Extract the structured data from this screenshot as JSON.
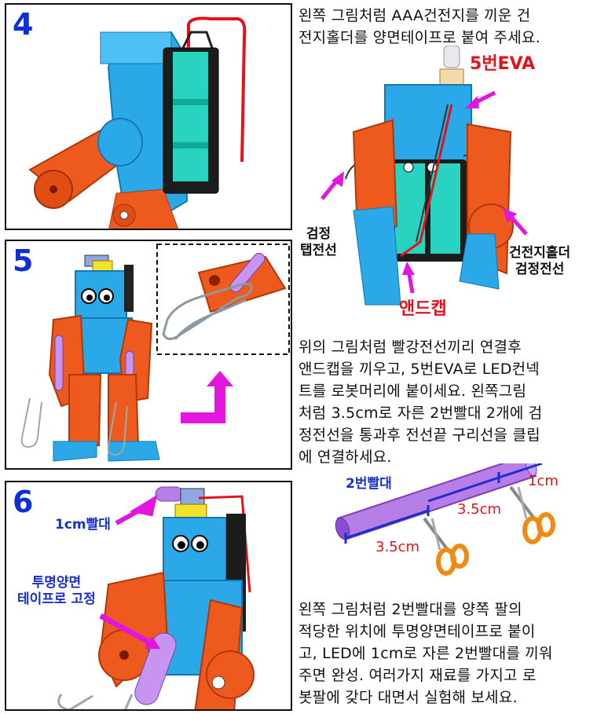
{
  "steps": {
    "s4": {
      "num": "4"
    },
    "s5": {
      "num": "5"
    },
    "s6": {
      "num": "6"
    }
  },
  "text": {
    "p1": "왼쪽 그림처럼 AAA건전지를 끼운 건\n전지홀더를 양면테이프로 붙여 주세요.",
    "p2": "위의 그림처럼 빨강전선끼리 연결후\n앤드캡을 끼우고, 5번EVA로 LED컨넥\n트를 로봇머리에 붙이세요. 왼쪽그림\n처럼 3.5cm로 자른 2번빨대 2개에 검\n정전선을 통과후 전선끝 구리선을 클립\n에 연결하세요.",
    "p3": "왼쪽 그림처럼 2번빨대를 양쪽 팔의\n적당한 위치에 투명양면테이프로 붙이\n고, LED에 1cm로 자른 2번빨대를 끼워\n주면 완성. 여러가지 재료를 가지고 로\n봇팔에 갖다 대면서 실험해 보세요."
  },
  "labels": {
    "eva5": "5번EVA",
    "black_tab_wire": "검정\n탭전선",
    "holder_black_wire": "건전지홀더\n검정전선",
    "end_cap": "앤드캡",
    "straw2": "2번빨대",
    "len_a": "3.5cm",
    "len_b": "3.5cm",
    "len_c": "1cm",
    "straw_1cm": "1cm빨대",
    "tape_fix": "투명양면\n테이프로 고정"
  },
  "colors": {
    "robot_blue": "#2aa8e8",
    "arm_orange": "#ee5a1e",
    "battery_cyan": "#29d3c2",
    "straw_purple": "#b77ee8",
    "arrow_magenta": "#e316e0",
    "label_red": "#e5121a",
    "label_blue": "#1a2fd0"
  }
}
